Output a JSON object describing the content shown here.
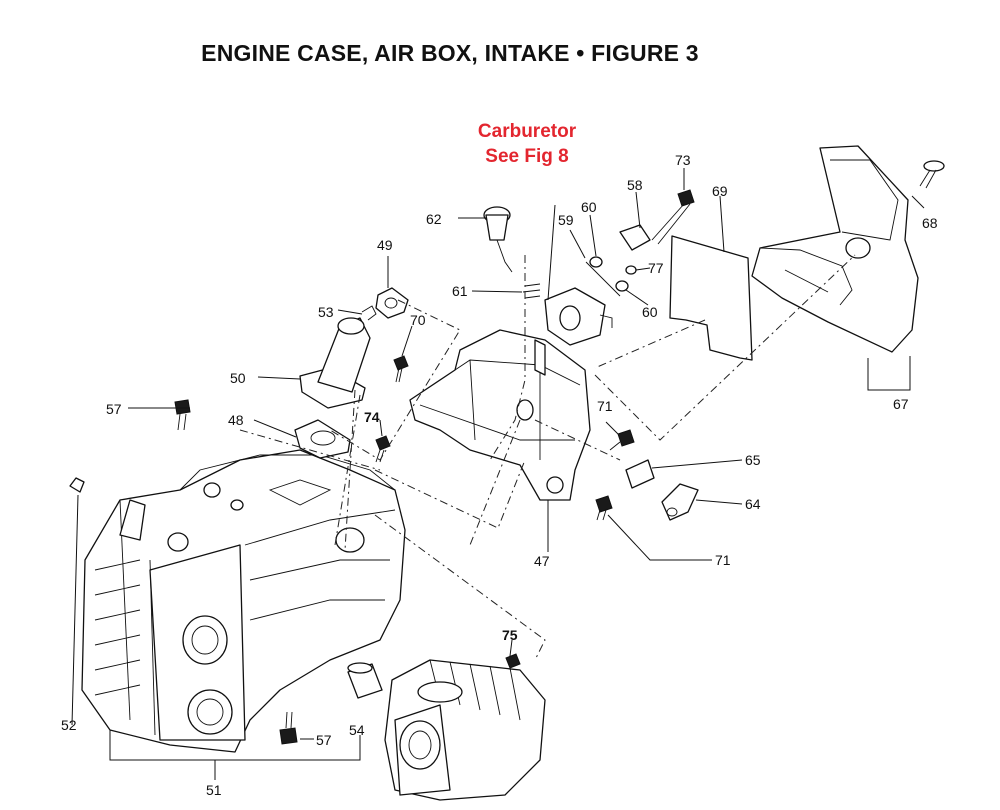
{
  "title": "ENGINE CASE, AIR BOX, INTAKE  •  FIGURE 3",
  "note": {
    "line1": "Carburetor",
    "line2": "See Fig 8",
    "color": "#e3262f"
  },
  "callouts": [
    "47",
    "48",
    "49",
    "50",
    "51",
    "52",
    "53",
    "54",
    "57",
    "57",
    "58",
    "59",
    "60",
    "60",
    "61",
    "62",
    "64",
    "65",
    "67",
    "68",
    "69",
    "70",
    "71",
    "71",
    "73",
    "74",
    "75",
    "77"
  ]
}
